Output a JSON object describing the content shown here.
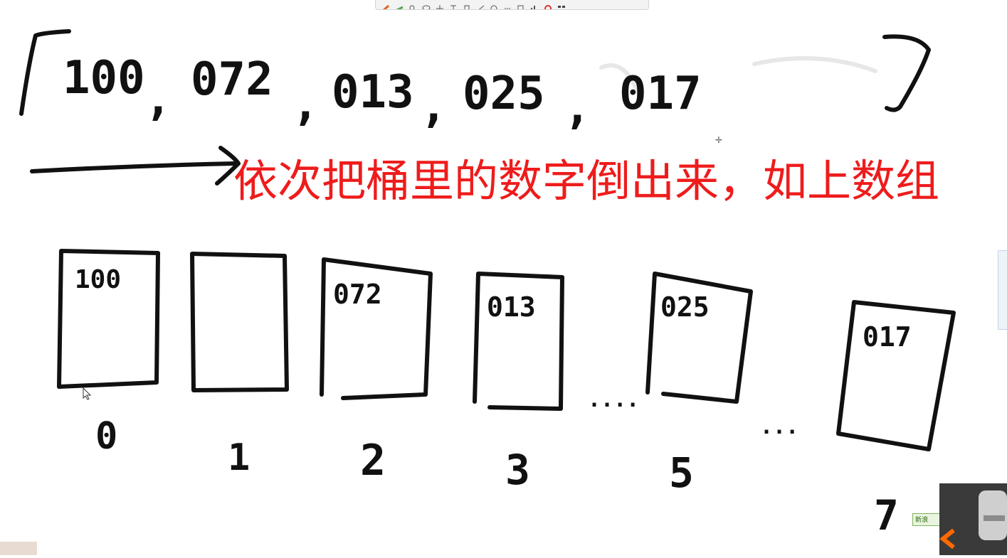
{
  "array_row": {
    "values": [
      "100",
      "072",
      "013",
      "025",
      "017"
    ],
    "separator": ","
  },
  "caption": "依次把桶里的数字倒出来，如上数组",
  "buckets": [
    {
      "index_label": "0",
      "content": "100"
    },
    {
      "index_label": "1",
      "content": ""
    },
    {
      "index_label": "2",
      "content": "072"
    },
    {
      "index_label": "3",
      "content": "013"
    },
    {
      "index_label": "5",
      "content": "025"
    },
    {
      "index_label": "7",
      "content": "017"
    }
  ],
  "ellipses": [
    "....",
    "..."
  ],
  "mini_window_label": "新浪",
  "colors": {
    "ink": "#111111",
    "caption_red": "#ee1c1c"
  }
}
